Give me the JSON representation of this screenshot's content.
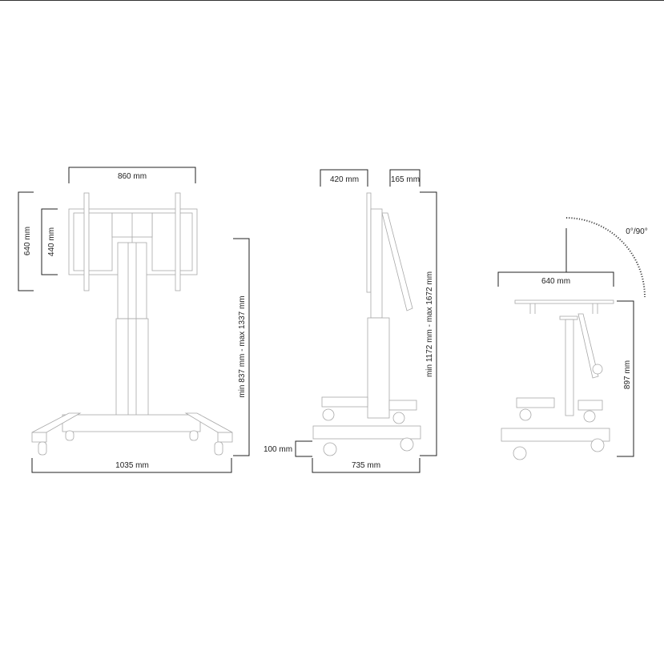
{
  "front_view": {
    "width_plate": "860 mm",
    "height_outer": "640 mm",
    "height_inner": "440 mm",
    "height_range": "min 837 mm - max 1337 mm",
    "base_width": "1035 mm"
  },
  "side_view": {
    "depth_top": "420 mm",
    "offset": "165 mm",
    "height_range": "min 1172 mm - max 1672 mm",
    "foot_height": "100 mm",
    "base_depth": "735 mm"
  },
  "table_view": {
    "rotation": "0°/90°",
    "table_width": "640 mm",
    "table_height": "897 mm"
  }
}
